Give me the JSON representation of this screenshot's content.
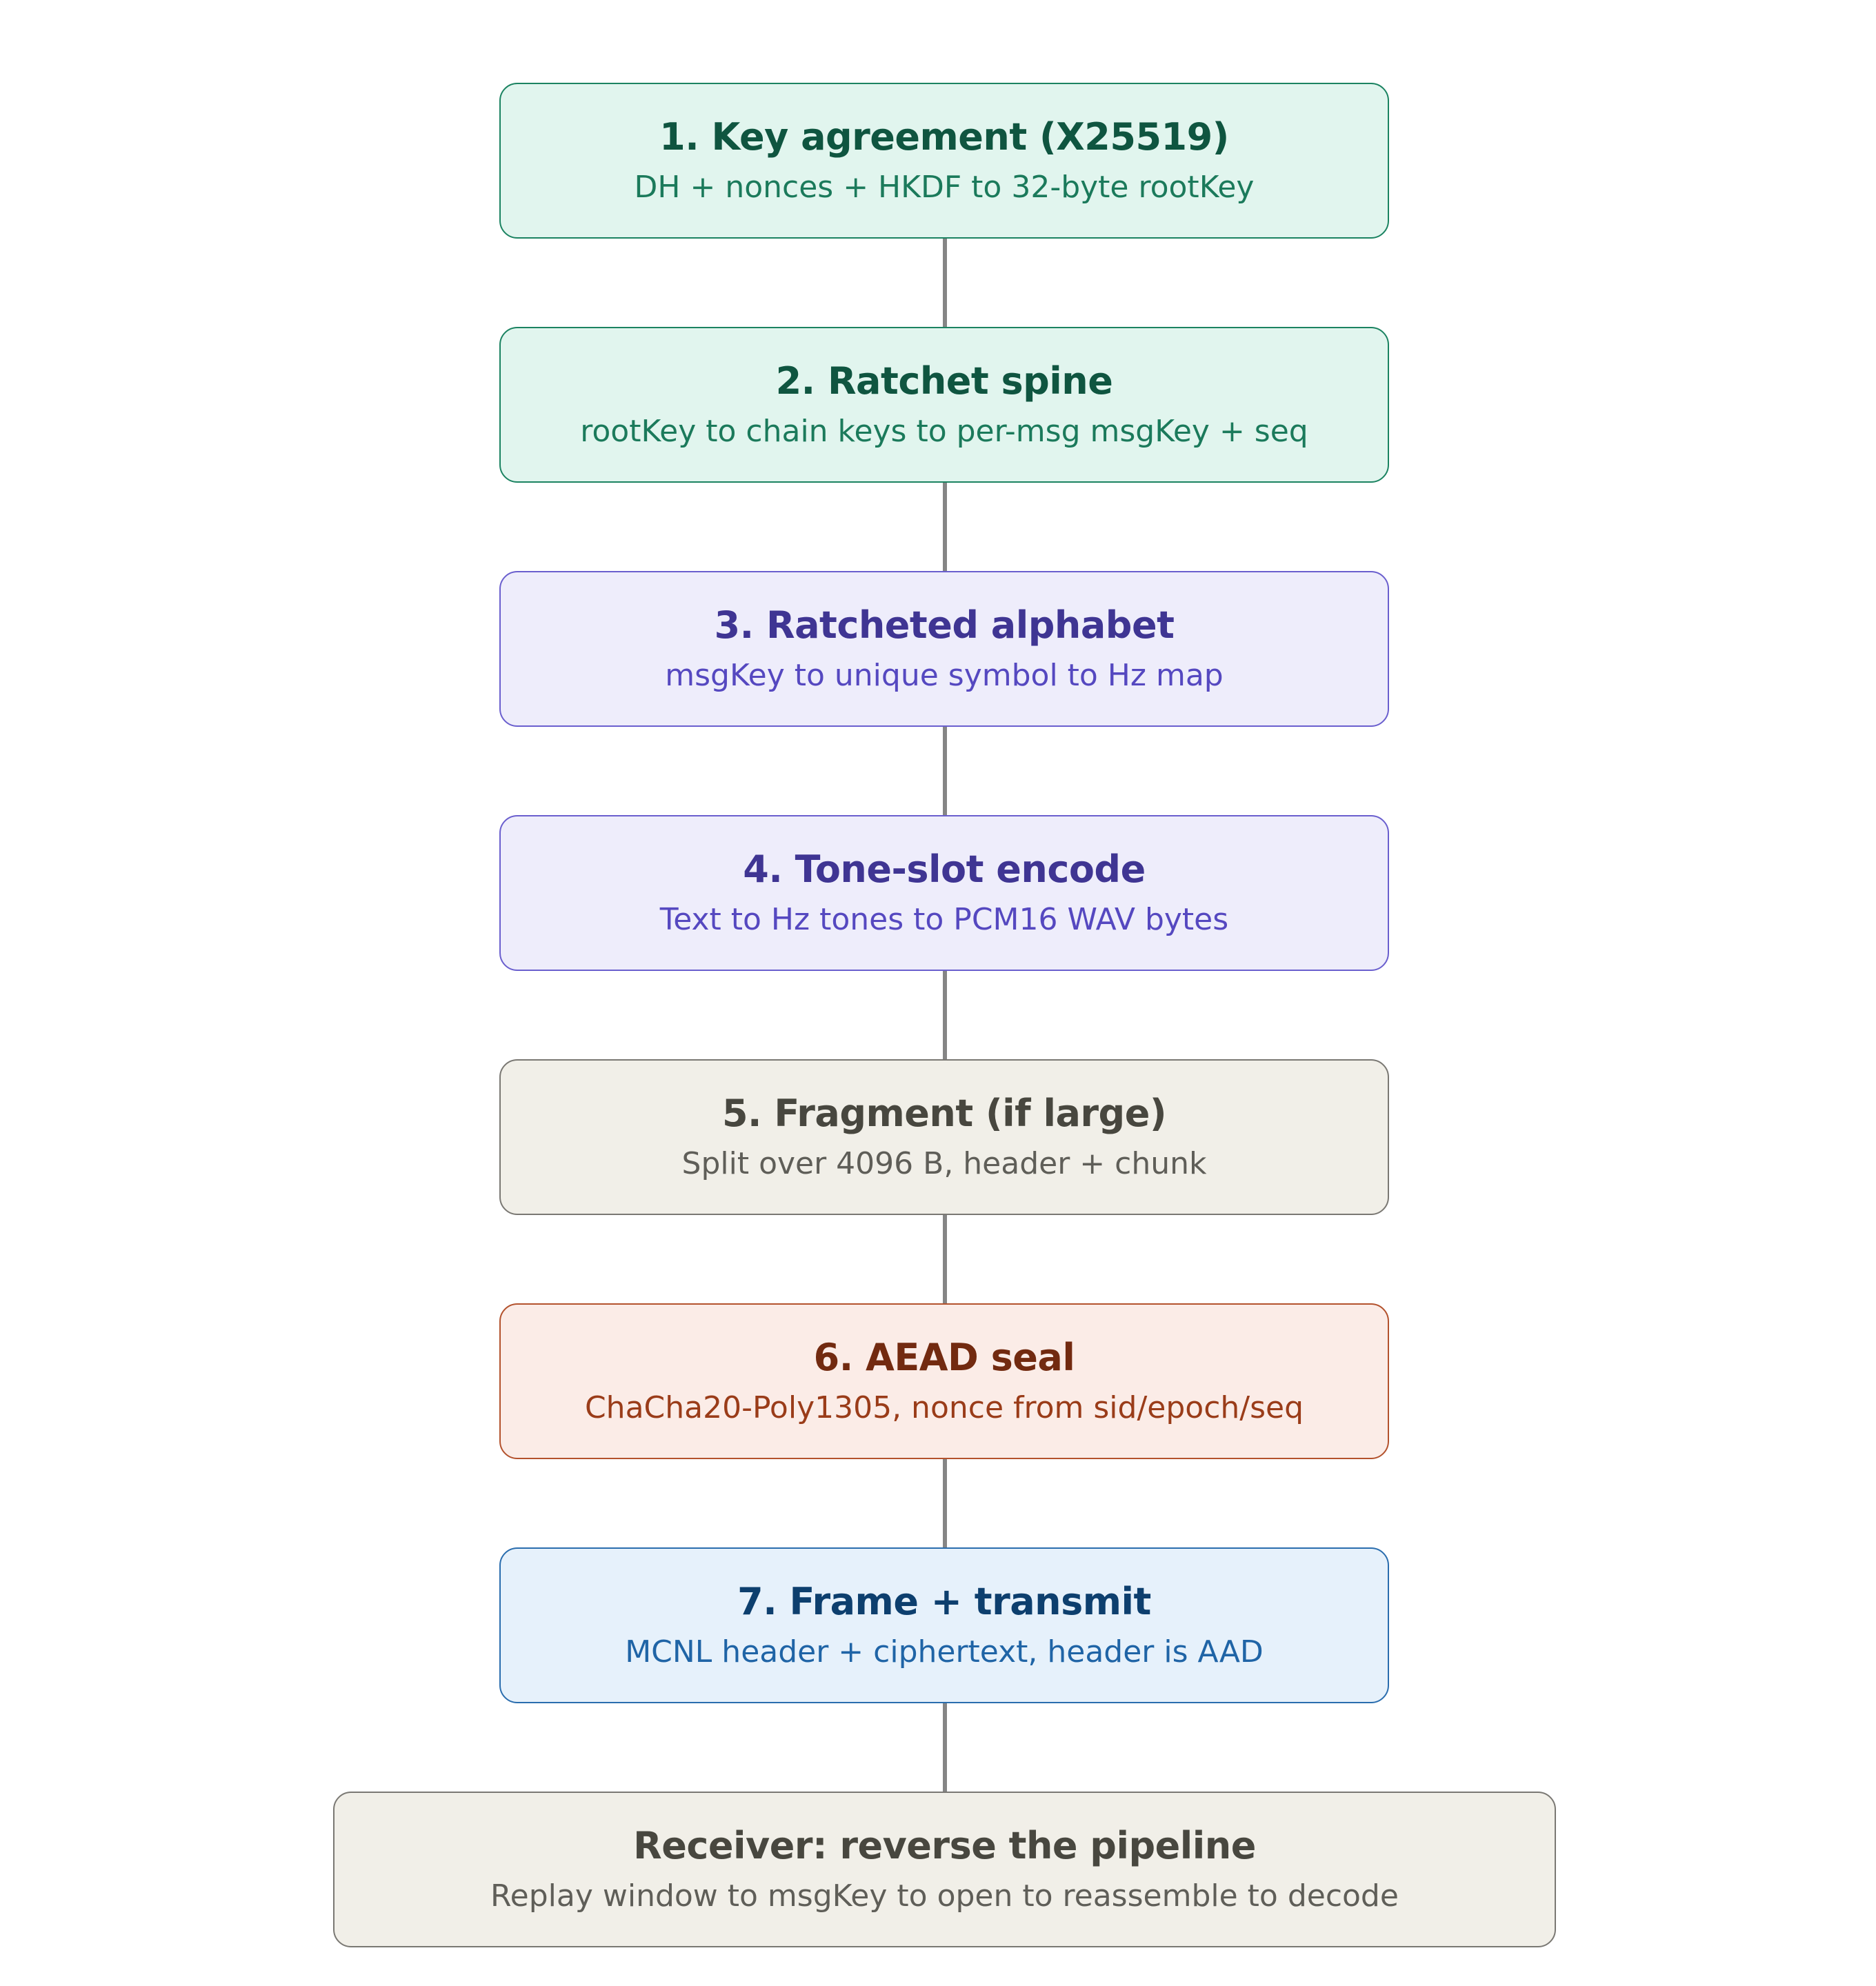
{
  "steps": [
    {
      "title": "1. Key agreement (X25519)",
      "subtitle": "DH + nonces + HKDF to 32-byte rootKey"
    },
    {
      "title": "2. Ratchet spine",
      "subtitle": "rootKey to chain keys to per-msg msgKey + seq"
    },
    {
      "title": "3. Ratcheted alphabet",
      "subtitle": "msgKey to unique symbol to Hz map"
    },
    {
      "title": "4. Tone-slot encode",
      "subtitle": "Text to Hz tones to PCM16 WAV bytes"
    },
    {
      "title": "5. Fragment (if large)",
      "subtitle": "Split over 4096 B, header + chunk"
    },
    {
      "title": "6. AEAD seal",
      "subtitle": "ChaCha20-Poly1305, nonce from sid/epoch/seq"
    },
    {
      "title": "7. Frame + transmit",
      "subtitle": "MCNL header + ciphertext, header is AAD"
    }
  ],
  "receiver": {
    "title": "Receiver: reverse the pipeline",
    "subtitle": "Replay window to msgKey to open to reassemble to decode"
  },
  "colors": {
    "green": "#1b8361",
    "purple": "#6a5fce",
    "gray": "#7a7873",
    "coral": "#b3522d",
    "blue": "#2a6dae",
    "connector": "#858585"
  }
}
